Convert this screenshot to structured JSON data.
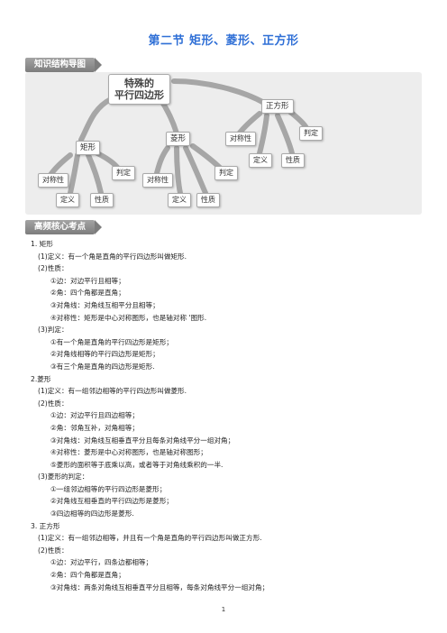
{
  "title": "第二节  矩形、菱形、正方形",
  "tags": {
    "structure": "知识结构导图",
    "core": "高频核心考点"
  },
  "mindmap": {
    "root": [
      "特殊的",
      "平行四边形"
    ],
    "rectangle": {
      "label": "矩形",
      "children": [
        "对称性",
        "定义",
        "性质",
        "判定"
      ]
    },
    "rhombus": {
      "label": "菱形",
      "children": [
        "对称性",
        "定义",
        "性质",
        "判定"
      ]
    },
    "square": {
      "label": "正方形",
      "children": [
        "对称性",
        "定义",
        "性质",
        "判定"
      ]
    }
  },
  "content": [
    {
      "level": 1,
      "text": "1.  矩形"
    },
    {
      "level": 2,
      "text": "(1)定义：有一个角是直角的平行四边形叫做矩形."
    },
    {
      "level": 2,
      "text": "(2)性质："
    },
    {
      "level": 3,
      "text": "①边：对边平行且相等；"
    },
    {
      "level": 3,
      "text": "②角：四个角都是直角；"
    },
    {
      "level": 3,
      "text": "③对角线：对角线互相平分且相等；"
    },
    {
      "level": 3,
      "text": "④对称性：矩形是中心对称图形，也是轴对称  '图形."
    },
    {
      "level": 2,
      "text": "(3)判定："
    },
    {
      "level": 3,
      "text": "①有一个角是直角的平行四边形是矩形；"
    },
    {
      "level": 3,
      "text": "②对角线相等的平行四边形是矩形；"
    },
    {
      "level": 3,
      "text": "③有三个角是直角的四边形是矩形."
    },
    {
      "level": 1,
      "text": "2.菱形"
    },
    {
      "level": 2,
      "text": "(1)定义：有一组邻边相等的平行四边形叫做菱形."
    },
    {
      "level": 2,
      "text": "(2)性质："
    },
    {
      "level": 3,
      "text": "①边：对边平行且四边相等；"
    },
    {
      "level": 3,
      "text": "②角：邻角互补，对角相等；"
    },
    {
      "level": 3,
      "text": "③对角线：对角线互相垂直平分且每条对角线平分一组对角；"
    },
    {
      "level": 3,
      "text": "④对称性：菱形是中心对称图形，也是轴对称图形；"
    },
    {
      "level": 3,
      "text": "⑤菱形的面积等于底乘以高，或者等于对角线乘积的一半."
    },
    {
      "level": 2,
      "text": "(3)菱形的判定："
    },
    {
      "level": 3,
      "text": "①一组邻边相等的平行四边形是菱形；"
    },
    {
      "level": 3,
      "text": "②对角线互相垂直的平行四边形是菱形；"
    },
    {
      "level": 3,
      "text": "③四边相等的四边形是菱形."
    },
    {
      "level": 1,
      "text": "3.  正方形"
    },
    {
      "level": 2,
      "text": "(1)定义：有一组邻边相等，并且有一个角是直角的平行四边形叫做正方形."
    },
    {
      "level": 2,
      "text": "(2)性质："
    },
    {
      "level": 3,
      "text": "①边：对边平行，四条边都相等；"
    },
    {
      "level": 3,
      "text": "②角：四个角都是直角；"
    },
    {
      "level": 3,
      "text": "③对角线：两条对角线互相垂直平分且相等，每条对角线平分一组对角；"
    }
  ],
  "page_number": "1"
}
